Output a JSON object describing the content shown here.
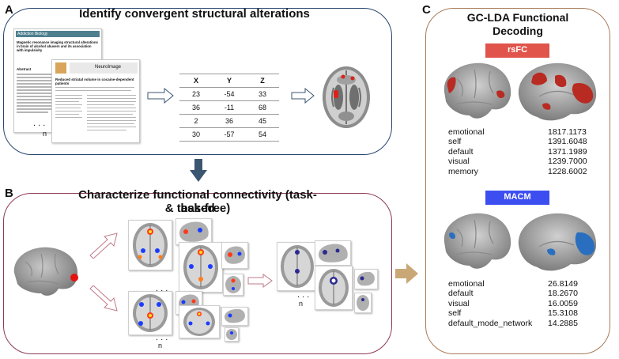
{
  "panel_a": {
    "letter": "A",
    "title": "Identify convergent structural alterations",
    "paper_front": {
      "header": "Addiction Biology",
      "title": "Magnetic resonance imaging structural alterations in brain of alcohol abusers and its association with impulsivity",
      "section": "Abstract"
    },
    "paper_back": {
      "header": "NeuroImage",
      "title": "Reduced striatal volume in cocaine-dependent patients"
    },
    "ellipsis": ". . .",
    "n_label": "n",
    "table": {
      "headers": [
        "X",
        "Y",
        "Z"
      ],
      "rows": [
        [
          "23",
          "-54",
          "33"
        ],
        [
          "36",
          "-11",
          "68"
        ],
        [
          "2",
          "36",
          "45"
        ],
        [
          "30",
          "-57",
          "54"
        ]
      ]
    }
  },
  "panel_b": {
    "letter": "B",
    "title_line1": "Characterize functional connectivity (task-based",
    "title_line2": "& task-free)",
    "n_label_1": "n",
    "n_label_2": "n",
    "n_label_3": "n"
  },
  "panel_c": {
    "letter": "C",
    "title_line1": "GC-LDA Functional",
    "title_line2": "Decoding",
    "rsfc": {
      "label": "rsFC",
      "color": "#e0544b",
      "terms": [
        {
          "term": "emotional",
          "value": "1817.1173"
        },
        {
          "term": "self",
          "value": "1391.6048"
        },
        {
          "term": "default",
          "value": "1371.1989"
        },
        {
          "term": "visual",
          "value": "1239.7000"
        },
        {
          "term": "memory",
          "value": "1228.6002"
        }
      ]
    },
    "macm": {
      "label": "MACM",
      "color": "#3d4ef0",
      "terms": [
        {
          "term": "emotional",
          "value": "26.8149"
        },
        {
          "term": "default",
          "value": "18.2670"
        },
        {
          "term": "visual",
          "value": "16.0059"
        },
        {
          "term": "self",
          "value": "15.3108"
        },
        {
          "term": "default_mode_network",
          "value": "14.2885"
        }
      ]
    }
  },
  "colors": {
    "panel_a_border": "#28456f",
    "panel_b_border": "#8c3a58",
    "panel_c_border": "#a87a58",
    "down_arrow": "#3b5670",
    "right_arrow": "#c9a878"
  }
}
